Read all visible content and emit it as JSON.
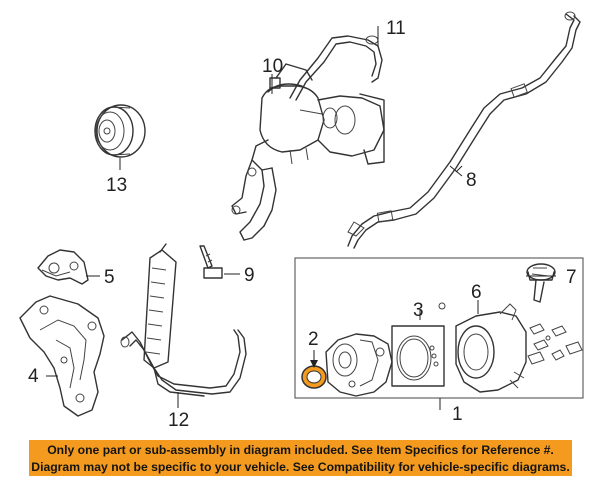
{
  "callouts": {
    "n1": "1",
    "n2": "2",
    "n3": "3",
    "n4": "4",
    "n5": "5",
    "n6": "6",
    "n7": "7",
    "n8": "8",
    "n9": "9",
    "n10": "10",
    "n11": "11",
    "n12": "12",
    "n13": "13"
  },
  "colors": {
    "highlight": "#f39a1f",
    "line": "#333333"
  },
  "banner": {
    "line1": "Only one part or sub-assembly in diagram included. See Item Specifics for Reference #.",
    "line2": "Diagram may not be specific to your vehicle. See Compatibility for vehicle-specific diagrams."
  }
}
